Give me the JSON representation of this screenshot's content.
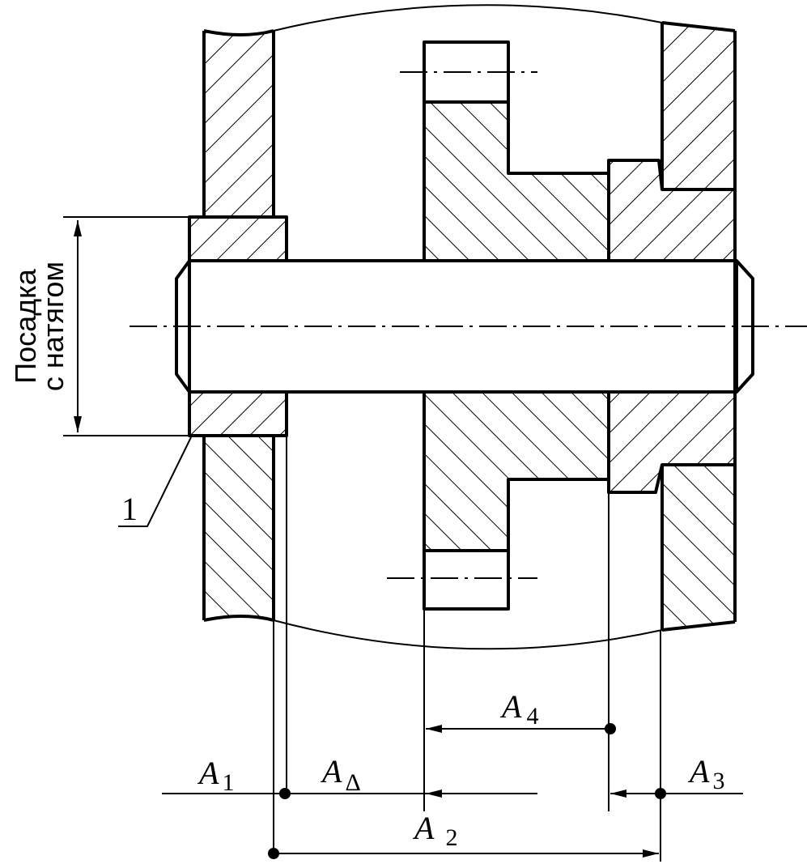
{
  "fit_label": {
    "line1": "Посадка",
    "line2": "с натягом"
  },
  "callout": {
    "number": "1"
  },
  "dimensions": {
    "A1": {
      "letter": "A",
      "sub": "1"
    },
    "A_delta": {
      "letter": "A",
      "sub": "Δ"
    },
    "A2": {
      "letter": "A",
      "sub": "2"
    },
    "A3": {
      "letter": "A",
      "sub": "3"
    },
    "A4": {
      "letter": "A",
      "sub": "4"
    }
  }
}
